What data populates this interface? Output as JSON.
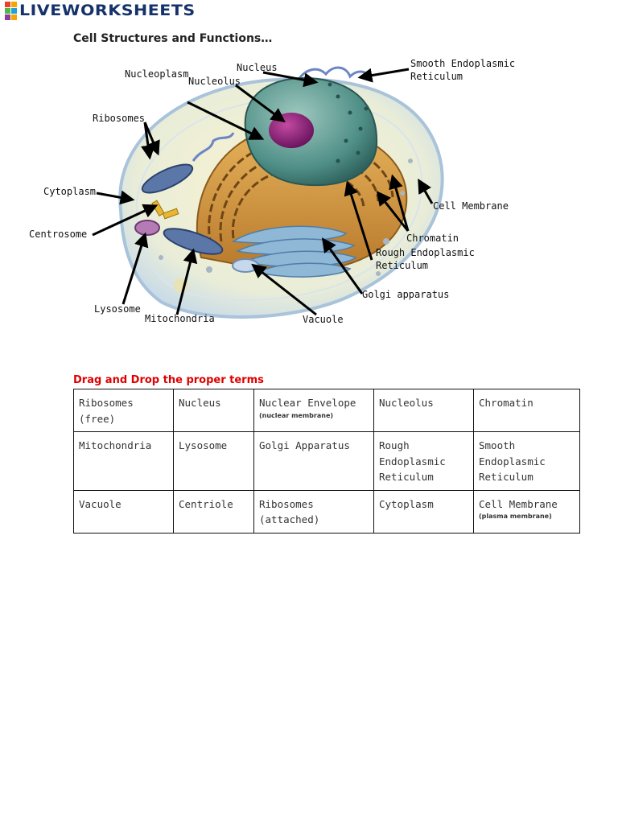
{
  "logo": {
    "text": "LIVEWORKSHEETS",
    "colors": [
      "#e8442b",
      "#f7a600",
      "#52b848",
      "#1fa2dc",
      "#8e3d98",
      "#16326b"
    ]
  },
  "page_title": "Cell Structures and Functions…",
  "diagram": {
    "labels": {
      "nucleus": "Nucleus",
      "nucleoplasm": "Nucleoplasm",
      "nucleolus": "Nucleolus",
      "smooth_er": "Smooth Endoplasmic Reticulum",
      "ribosomes": "Ribosomes",
      "cytoplasm": "Cytoplasm",
      "cell_membrane": "Cell Membrane",
      "centrosome": "Centrosome",
      "chromatin": "Chromatin",
      "rough_er": "Rough Endoplasmic Reticulum",
      "golgi": "Golgi apparatus",
      "lysosome": "Lysosome",
      "mitochondria": "Mitochondria",
      "vacuole": "Vacuole"
    }
  },
  "instruction": "Drag and Drop the proper terms",
  "terms_table": [
    [
      {
        "text": "Ribosomes (free)"
      },
      {
        "text": "Nucleus"
      },
      {
        "text": "Nuclear Envelope",
        "sub": "(nuclear membrane)"
      },
      {
        "text": "Nucleolus"
      },
      {
        "text": "Chromatin"
      }
    ],
    [
      {
        "text": "Mitochondria"
      },
      {
        "text": "Lysosome"
      },
      {
        "text": "Golgi Apparatus"
      },
      {
        "text": "Rough Endoplasmic Reticulum"
      },
      {
        "text": "Smooth Endoplasmic Reticulum"
      }
    ],
    [
      {
        "text": "Vacuole"
      },
      {
        "text": "Centriole"
      },
      {
        "text": "Ribosomes (attached)"
      },
      {
        "text": "Cytoplasm"
      },
      {
        "text": "Cell Membrane",
        "sub": "(plasma membrane)"
      }
    ]
  ],
  "colors": {
    "instruction": "#e00000",
    "logo_text": "#16326b",
    "table_border": "#111111"
  }
}
